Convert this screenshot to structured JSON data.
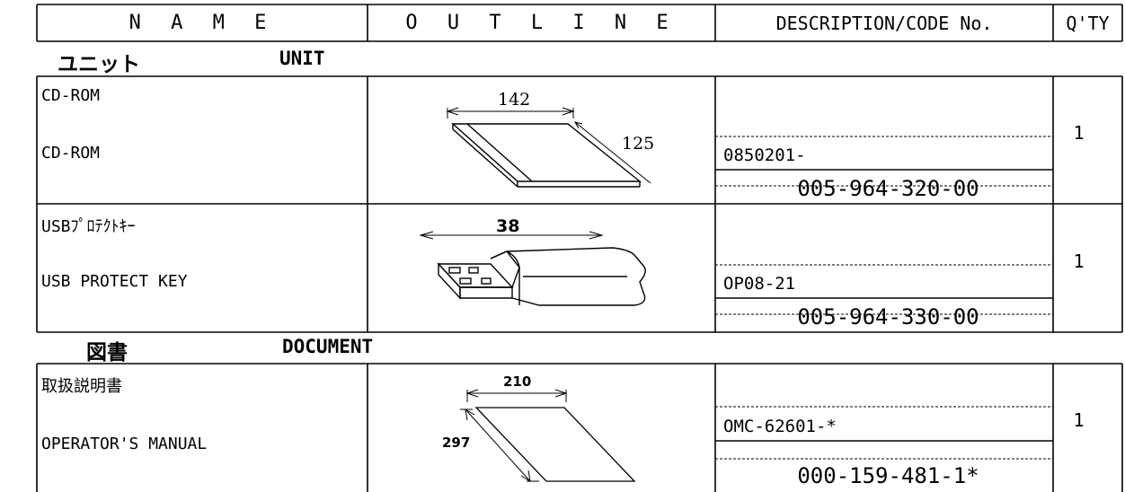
{
  "header": {
    "name": "N A M E",
    "outline": "O U T L I N E",
    "description": "DESCRIPTION/CODE No.",
    "qty": "Q'TY"
  },
  "sections": {
    "unit": {
      "jp": "ユニット",
      "en": "UNIT"
    },
    "document": {
      "jp": "図書",
      "en": "DOCUMENT"
    }
  },
  "items": [
    {
      "name_jp": "CD-ROM",
      "name_en": "CD-ROM",
      "dims": [
        "142",
        "125"
      ],
      "code": "0850201-",
      "part_no": "005-964-320-00",
      "qty": "1"
    },
    {
      "name_jp": "USBﾌﾟﾛﾃｸﾄｷｰ",
      "name_en": "USB PROTECT KEY",
      "dims": [
        "38"
      ],
      "code": "OP08-21",
      "part_no": "005-964-330-00",
      "qty": "1"
    },
    {
      "name_jp": "取扱説明書",
      "name_en": "OPERATOR'S MANUAL",
      "dims": [
        "210",
        "297"
      ],
      "code": "OMC-62601-*",
      "part_no": "000-159-481-1*",
      "qty": "1"
    }
  ]
}
